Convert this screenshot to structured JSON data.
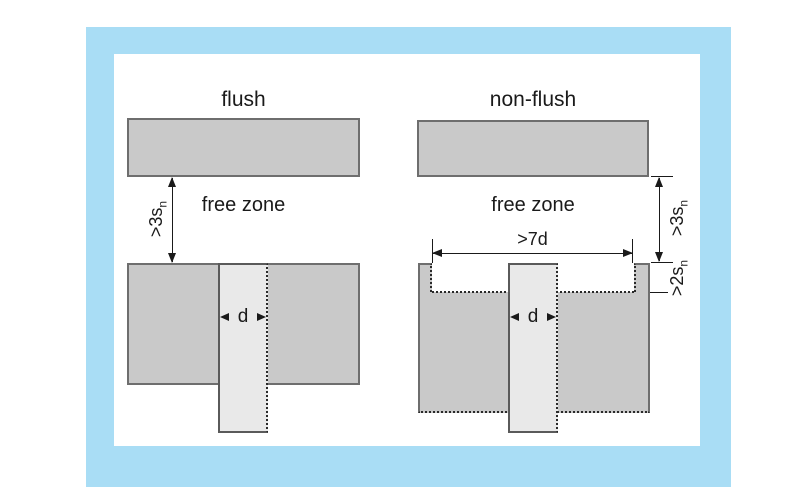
{
  "colors": {
    "frame_blue": "#a9ddf5",
    "metal_gray": "#c9c9c9",
    "sensor_gray": "#e9e9e9",
    "outline_gray": "#6e6e6e",
    "line_dark": "#1a1a1a"
  },
  "left": {
    "title": "flush",
    "free_zone": "free zone",
    "clearance_main": ">3s",
    "clearance_sub": "n",
    "diameter": "d"
  },
  "right": {
    "title": "non-flush",
    "free_zone": "free zone",
    "clearance_main": ">3s",
    "clearance_sub": "n",
    "recess_width": ">7d",
    "recess_depth_main": ">2s",
    "recess_depth_sub": "n",
    "diameter": "d"
  }
}
